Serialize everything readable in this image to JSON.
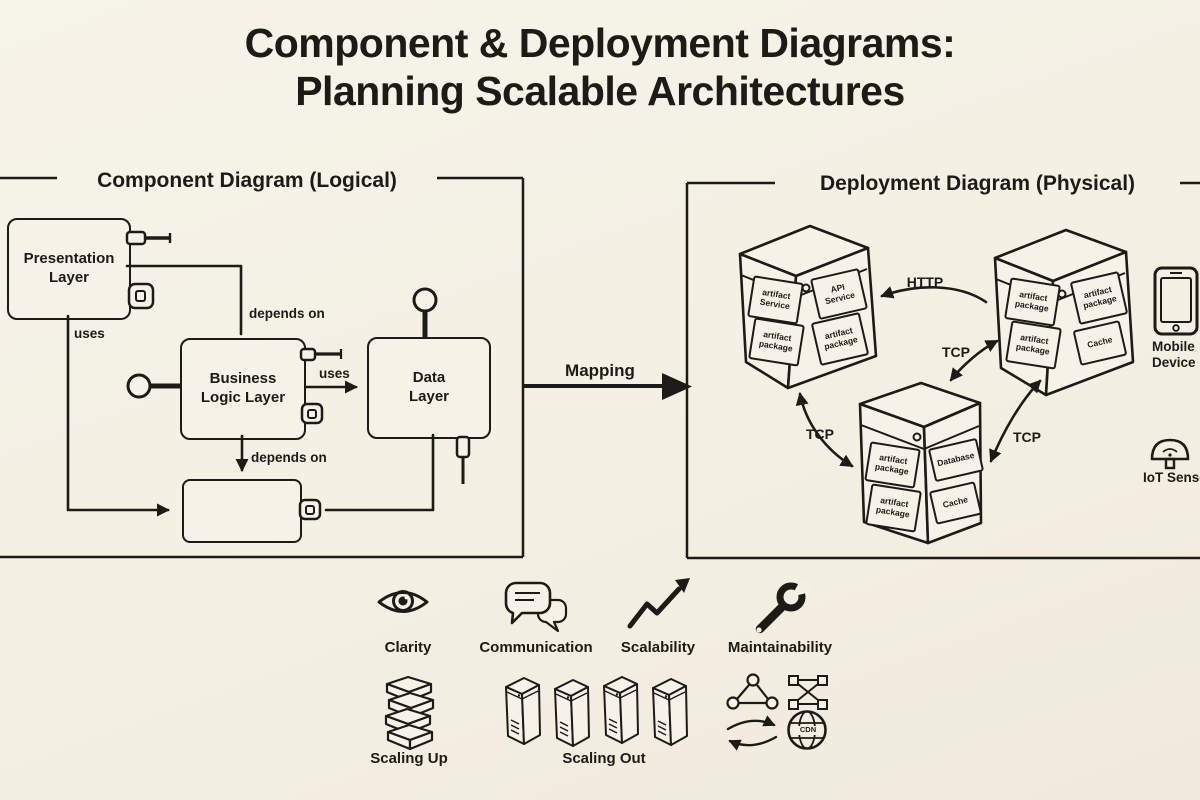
{
  "colors": {
    "background": "#f4f0e4",
    "ink": "#1d1b17"
  },
  "title": "Component & Deployment Diagrams:\nPlanning Scalable Architectures",
  "panels": {
    "logical": {
      "header": "Component Diagram (Logical)"
    },
    "physical": {
      "header": "Deployment Diagram (Physical)"
    }
  },
  "components": {
    "presentation": "Presentation\nLayer",
    "business": "Business\nLogic Layer",
    "data": "Data\nLayer"
  },
  "relations": {
    "uses_left": "uses",
    "depends_top": "depends on",
    "uses_mid": "uses",
    "depends_bottom": "depends on"
  },
  "mapping": "Mapping",
  "connections": {
    "http": "HTTP",
    "tcp_left": "TCP",
    "tcp_mid": "TCP",
    "tcp_right": "TCP"
  },
  "nodes": {
    "node1": {
      "artifacts": [
        "artifact\nService",
        "artifact\npackage",
        "API\nService",
        "artifact\npackage"
      ]
    },
    "node2": {
      "artifacts": [
        "artifact\npackage",
        "artifact\npackage",
        "artifact\npackage",
        "Cache"
      ]
    },
    "node3": {
      "artifacts": [
        "artifact\npackage",
        "artifact\npackage",
        "Database",
        "Cache"
      ]
    }
  },
  "devices": {
    "mobile": "Mobile\nDevice",
    "iot": "IoT Sensor"
  },
  "benefits": {
    "clarity": "Clarity",
    "communication": "Communication",
    "scalability": "Scalability",
    "maintainability": "Maintainability",
    "scaling_up": "Scaling Up",
    "scaling_out": "Scaling Out",
    "cdn": "CDN"
  },
  "icons": [
    "eye-icon",
    "chat-bubbles-icon",
    "trend-up-icon",
    "wrench-icon",
    "stacked-layers-icon",
    "server-tower-icon",
    "network-triangle-icon",
    "mesh-grid-icon",
    "swap-arrows-icon",
    "cdn-globe-icon",
    "mobile-device-icon",
    "iot-sensor-icon",
    "lollipop-interface-icon",
    "component-port-icon"
  ]
}
